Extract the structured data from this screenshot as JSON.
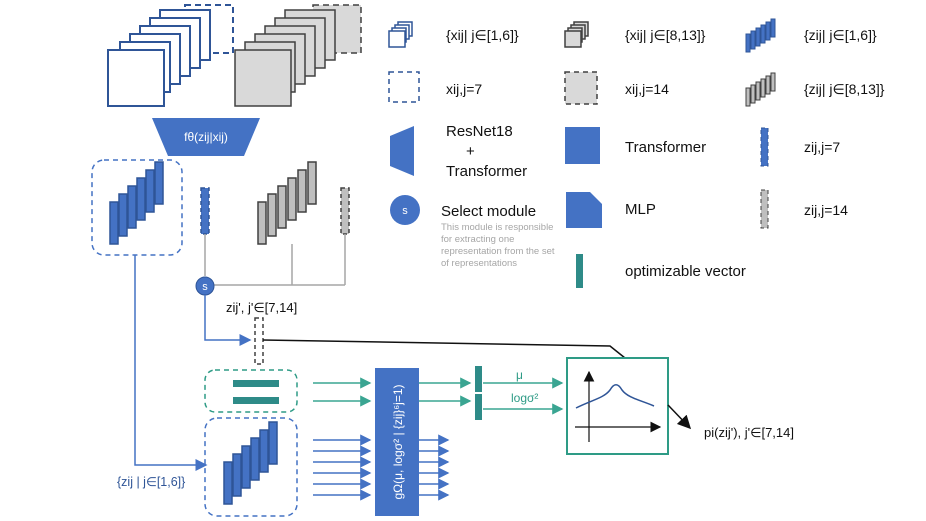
{
  "colors": {
    "blue": "#4472c4",
    "blue_dark": "#2f5597",
    "gray": "#d9d9d9",
    "gray_dark": "#404040",
    "teal": "#2e8b88",
    "teal_arrow": "#3aa592"
  },
  "labels": {
    "encoder_f": "fθ(zij|xij)",
    "select_s": "s",
    "z_sel": "zij', j'∈[7,14]",
    "mu": "μ",
    "logsig": "logσ²",
    "g_block": "gΩ(μ, logσ² | {zij}⁶j=1)",
    "z_set_bottom": "{zij | j∈[1,6]}",
    "output": "pi(zij'), j'∈[7,14]"
  },
  "legend": {
    "x_1_6": "{xij| j∈[1,6]}",
    "x_8_13": "{xij| j∈[8,13]}",
    "z_1_6": "{zij| j∈[1,6]}",
    "x_7": "xij,j=7",
    "x_14": "xij,j=14",
    "z_8_13": "{zij| j∈[8,13]}",
    "resnet_1": "ResNet18",
    "resnet_2": "+",
    "resnet_3": "Transformer",
    "transformer": "Transformer",
    "z_7": "zij,j=7",
    "select_s": "s",
    "select": "Select module",
    "select_desc_1": "This module is responsible",
    "select_desc_2": "for extracting one",
    "select_desc_3": "representation from the set",
    "select_desc_4": "of representations",
    "mlp": "MLP",
    "z_14": "zij,j=14",
    "optvec": "optimizable vector"
  }
}
